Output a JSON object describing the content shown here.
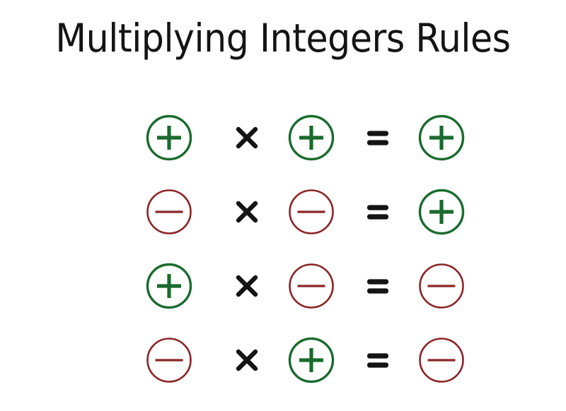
{
  "title": "Multiplying Integers Rules",
  "colors": {
    "background": "#ffffff",
    "positive": "#1a6b2e",
    "negative": "#8b2527",
    "operator": "#141414",
    "title": "#141414"
  },
  "symbols": {
    "positive_label": "+",
    "negative_label": "−",
    "times_label": "×",
    "equals_label": "="
  },
  "rules": [
    {
      "operand_a": "+",
      "operand_a_sign": "positive",
      "operator": "×",
      "operand_b": "+",
      "operand_b_sign": "positive",
      "equals": "=",
      "result": "+",
      "result_sign": "positive",
      "expression": "(+) × (+) = (+)"
    },
    {
      "operand_a": "−",
      "operand_a_sign": "negative",
      "operator": "×",
      "operand_b": "−",
      "operand_b_sign": "negative",
      "equals": "=",
      "result": "+",
      "result_sign": "positive",
      "expression": "(−) × (−) = (+)"
    },
    {
      "operand_a": "+",
      "operand_a_sign": "positive",
      "operator": "×",
      "operand_b": "−",
      "operand_b_sign": "negative",
      "equals": "=",
      "result": "−",
      "result_sign": "negative",
      "expression": "(+) × (−) = (−)"
    },
    {
      "operand_a": "−",
      "operand_a_sign": "negative",
      "operator": "×",
      "operand_b": "+",
      "operand_b_sign": "positive",
      "equals": "=",
      "result": "−",
      "result_sign": "negative",
      "expression": "(−) × (+) = (−)"
    }
  ]
}
